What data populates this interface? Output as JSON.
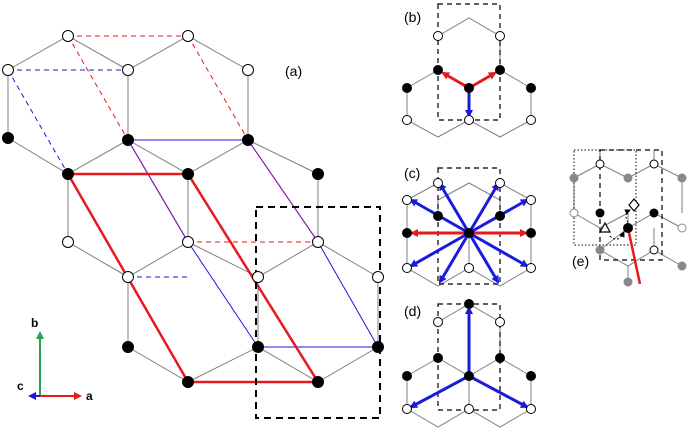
{
  "panels": {
    "a": {
      "label": "(a)"
    },
    "b": {
      "label": "(b)"
    },
    "c": {
      "label": "(c)"
    },
    "d": {
      "label": "(d)"
    },
    "e": {
      "label": "(e)"
    }
  },
  "axes": {
    "a": "a",
    "b": "b",
    "c": "c"
  },
  "colors": {
    "bond": "#7f7f7f",
    "red": "#e8191e",
    "blue": "#1a1adf",
    "purple": "#8a1fa6",
    "axis_green": "#2aa24b",
    "grey_atom": "#888888"
  }
}
